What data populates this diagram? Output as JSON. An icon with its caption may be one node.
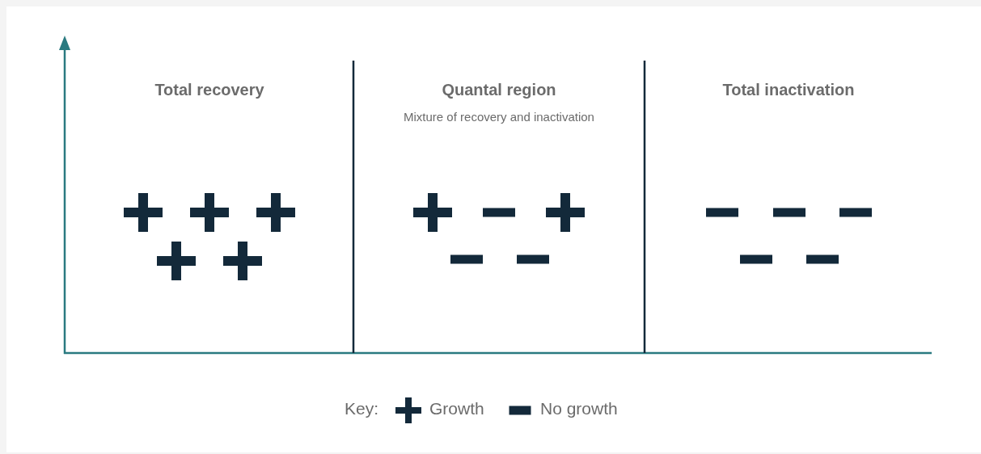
{
  "diagram": {
    "labels": [
      "Total recovery",
      "Quantal region",
      "Mixture of recovery and inactivation",
      "Total inactivation",
      "Key:"
    ],
    "legend": [
      {
        "text": "Growth"
      },
      {
        "text": "No growth"
      }
    ]
  }
}
